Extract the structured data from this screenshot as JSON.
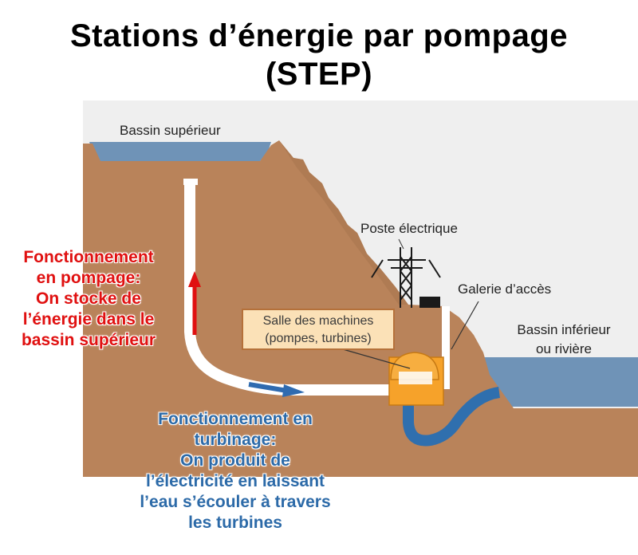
{
  "title": {
    "line1": "Stations d’énergie par pompage",
    "line2": "(STEP)"
  },
  "labels": {
    "upper_basin": "Bassin supérieur",
    "substation": "Poste électrique",
    "access_gallery": "Galerie d’accès",
    "machine_room_line1": "Salle des machines",
    "machine_room_line2": "(pompes, turbines)",
    "lower_basin_line1": "Bassin inférieur",
    "lower_basin_line2": "ou rivière"
  },
  "pumping_note": {
    "lines": [
      "Fonctionnement",
      "en pompage:",
      "On stocke de",
      "l’énergie dans le",
      "bassin supérieur"
    ]
  },
  "turbine_note": {
    "lines": [
      "Fonctionnement en",
      "turbinage:",
      "On produit de",
      "l’électricité en laissant",
      "l’eau s’écouler à travers",
      "les turbines"
    ]
  },
  "colors": {
    "earth": "#b9835a",
    "sky": "#efefef",
    "water": "#6f93b7",
    "pipe": "#ffffff",
    "machine_room": "#f6a22a",
    "pumping_arrow": "#e01010",
    "turbine_arrow": "#2f6bb0"
  }
}
